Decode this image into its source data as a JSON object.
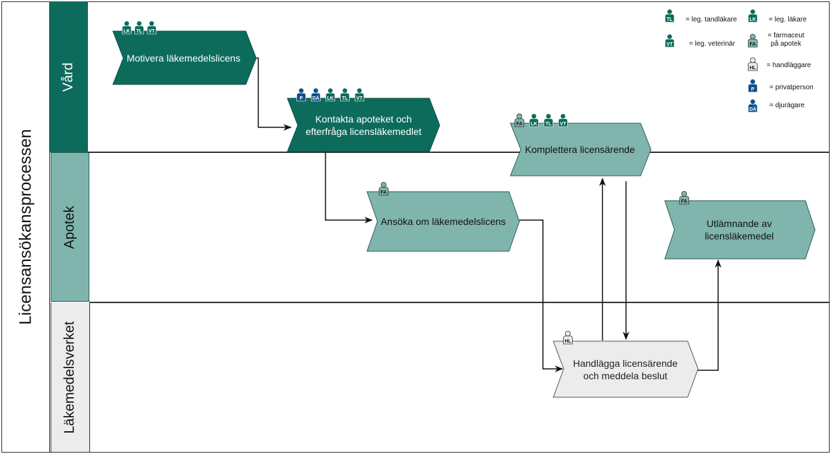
{
  "pool": {
    "title": "Licensansökansprocessen"
  },
  "lanes": [
    {
      "id": "vard",
      "label": "Vård",
      "color": "#0d6b5c",
      "text_color": "#ffffff"
    },
    {
      "id": "apotek",
      "label": "Apotek",
      "color": "#7fb5ad",
      "text_color": "#111111"
    },
    {
      "id": "lakemedelsverket",
      "label": "Läkemedelsverket",
      "color": "#ececec",
      "text_color": "#111111"
    }
  ],
  "colors": {
    "vard_dark": "#0d6b5c",
    "apotek_light": "#7fb5ad",
    "handlaggare_gray": "#ececec",
    "private_blue": "#0f4f8a",
    "connector": "#111111"
  },
  "steps": [
    {
      "id": "motivera",
      "label": "Motivera läkemedelslicens",
      "lane": "vard",
      "roles": [
        "LK",
        "TL",
        "VT"
      ]
    },
    {
      "id": "kontakta",
      "label": "Kontakta apoteket och efterfråga licensläkemedlet",
      "line1": "Kontakta apoteket och",
      "line2": "efterfråga licensläkemedlet",
      "lane": "vard",
      "roles": [
        "P",
        "DÄ",
        "LK",
        "TL",
        "VT"
      ]
    },
    {
      "id": "komplettera",
      "label": "Komplettera licensärende",
      "lane": "vard/apotek",
      "roles": [
        "FA",
        "LK",
        "TL",
        "VT"
      ]
    },
    {
      "id": "ansoka",
      "label": "Ansöka om läkemedelslicens",
      "lane": "apotek",
      "roles": [
        "FA"
      ]
    },
    {
      "id": "utlamnande",
      "label": "Utlämnande av licensläkemedel",
      "line1": "Utlämnande av",
      "line2": "licensläkemedel",
      "lane": "apotek",
      "roles": [
        "FA"
      ]
    },
    {
      "id": "handlagga",
      "label": "Handlägga licensärende och meddela beslut",
      "line1": "Handlägga licensärende",
      "line2": "och meddela beslut",
      "lane": "lakemedelsverket",
      "roles": [
        "HL"
      ]
    }
  ],
  "flows": [
    {
      "from": "motivera",
      "to": "kontakta"
    },
    {
      "from": "kontakta",
      "to": "ansoka"
    },
    {
      "from": "ansoka",
      "to": "handlagga"
    },
    {
      "from": "handlagga",
      "to": "komplettera"
    },
    {
      "from": "komplettera",
      "to": "handlagga"
    },
    {
      "from": "handlagga",
      "to": "utlamnande"
    }
  ],
  "legend": [
    {
      "code": "TL",
      "label": "= leg. tandläkare",
      "color": "#0d6b5c",
      "text_color": "#ffffff"
    },
    {
      "code": "LK",
      "label": "= leg. läkare",
      "color": "#0d6b5c",
      "text_color": "#ffffff"
    },
    {
      "code": "VT",
      "label": "= leg. veterinär",
      "color": "#0d6b5c",
      "text_color": "#ffffff"
    },
    {
      "code": "FA",
      "label": "= farmaceut på apotek",
      "line1": "=  farmaceut",
      "line2": "på apotek",
      "color": "#7fb5ad",
      "text_color": "#111111"
    },
    {
      "code": "HL",
      "label": "= handläggare",
      "color": "#ececec",
      "text_color": "#111111"
    },
    {
      "code": "P",
      "label": "= privatperson",
      "color": "#0f4f8a",
      "text_color": "#ffffff"
    },
    {
      "code": "DÄ",
      "label": "= djurägare",
      "color": "#0f4f8a",
      "text_color": "#ffffff"
    }
  ]
}
